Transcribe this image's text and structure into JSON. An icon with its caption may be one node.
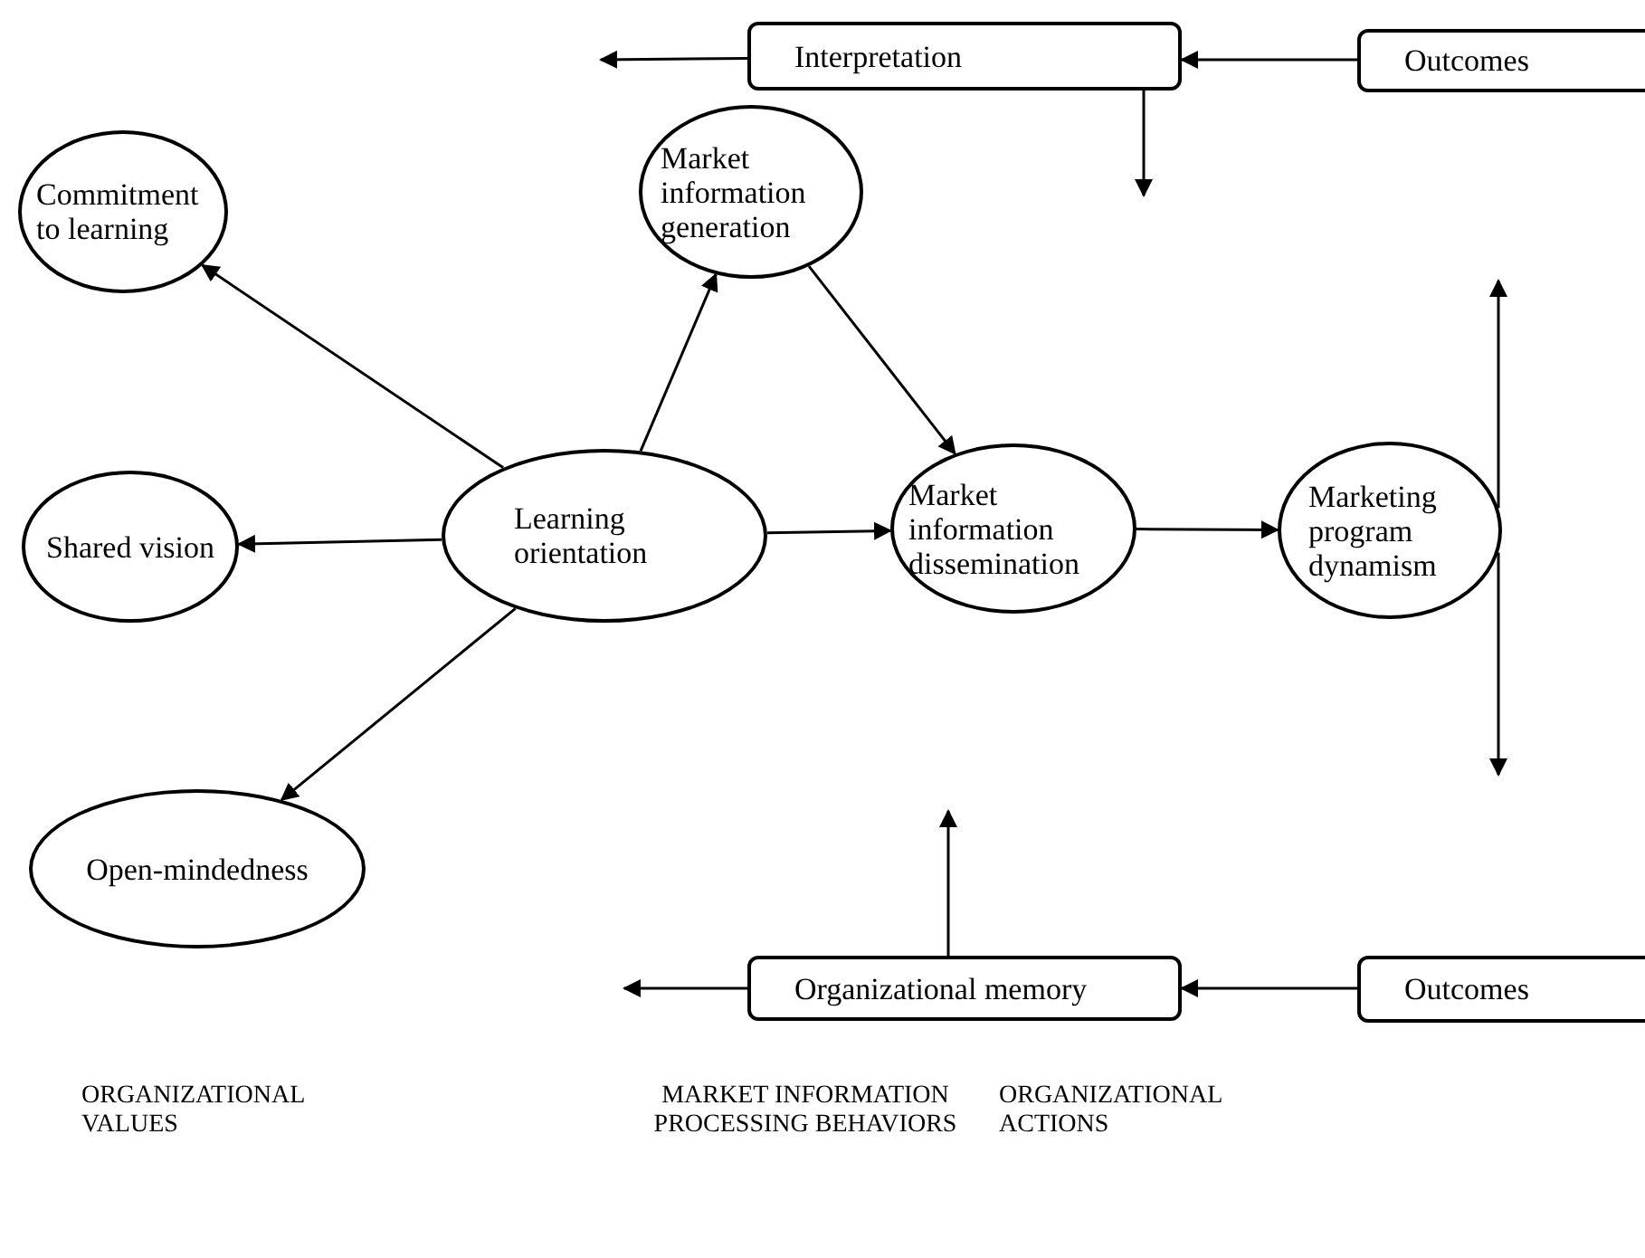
{
  "diagram": {
    "nodes": [
      {
        "text": [
          "Interpretation"
        ]
      },
      {
        "text": [
          "Outcomes"
        ]
      },
      {
        "text": [
          "Commitment to learning"
        ]
      },
      {
        "text": [
          "Market information generation"
        ]
      },
      {
        "text": [
          "Shared vision"
        ]
      },
      {
        "text": [
          "Learning orientation"
        ]
      },
      {
        "text": [
          "Market information dissemination"
        ]
      },
      {
        "text": [
          "Marketing program dynamism"
        ]
      },
      {
        "text": [
          "Open-mindedness"
        ]
      },
      {
        "text": [
          "Organizational memory"
        ]
      },
      {
        "text": [
          "Outcomes"
        ]
      }
    ],
    "edges": [
      {
        "from": 0,
        "to": null,
        "arrow": "to"
      },
      {
        "from": 1,
        "to": 0,
        "arrow": "to"
      },
      {
        "from": 0,
        "to": null,
        "arrow": "to"
      },
      {
        "from": 5,
        "to": 2,
        "arrow": "to"
      },
      {
        "from": 5,
        "to": 3,
        "arrow": "to"
      },
      {
        "from": 3,
        "to": 6,
        "arrow": "to"
      },
      {
        "from": 5,
        "to": 4,
        "arrow": "to"
      },
      {
        "from": 5,
        "to": 6,
        "arrow": "to"
      },
      {
        "from": 6,
        "to": 7,
        "arrow": "to"
      },
      {
        "from": 7,
        "to": null,
        "arrow": "to"
      },
      {
        "from": 7,
        "to": null,
        "arrow": "to"
      },
      {
        "from": 5,
        "to": 8,
        "arrow": "to"
      },
      {
        "from": 9,
        "to": null,
        "arrow": "to"
      },
      {
        "from": 9,
        "to": null,
        "arrow": "to"
      },
      {
        "from": 10,
        "to": 9,
        "arrow": "to"
      }
    ],
    "labels": [
      "ORGANIZATIONAL VALUES",
      "MARKET INFORMATION PROCESSING BEHAVIORS",
      "ORGANIZATIONAL ACTIONS"
    ]
  }
}
